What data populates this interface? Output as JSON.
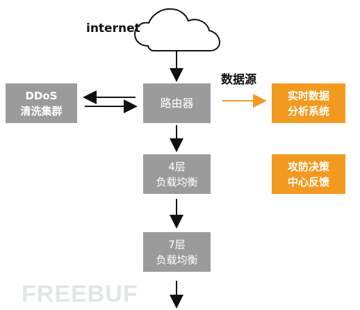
{
  "labels": {
    "internet": "internet",
    "data_source": "数据源"
  },
  "nodes": {
    "ddos": {
      "line1": "DDoS",
      "line2": "清洗集群"
    },
    "router": {
      "text": "路由器"
    },
    "lb4": {
      "line1": "4层",
      "line2": "负载均衡"
    },
    "lb7": {
      "line1": "7层",
      "line2": "负载均衡"
    },
    "realtime": {
      "line1": "实时数据",
      "line2": "分析系统"
    },
    "defense": {
      "line1": "攻防决策",
      "line2": "中心反馈"
    }
  },
  "watermark": {
    "text": "FREEBUF"
  },
  "colors": {
    "gray_box": "#9b9b9b",
    "orange_box": "#f29a20",
    "line_black": "#111111",
    "line_orange": "#f29a20",
    "watermark": "#dfe6e7"
  }
}
